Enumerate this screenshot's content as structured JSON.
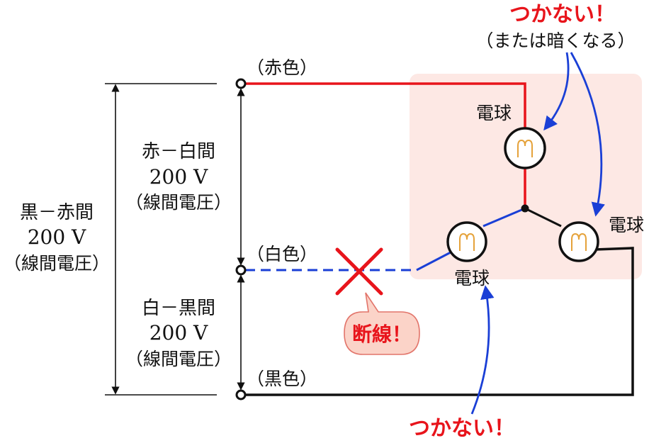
{
  "terminals": {
    "red_label": "（赤色）",
    "white_label": "（白色）",
    "black_label": "（黒色）"
  },
  "voltages": {
    "red_white": {
      "title": "赤－白間",
      "value": "200 V",
      "note": "（線間電圧）"
    },
    "white_black": {
      "title": "白－黒間",
      "value": "200 V",
      "note": "（線間電圧）"
    },
    "black_red": {
      "title": "黒－赤間",
      "value": "200 V",
      "note": "（線間電圧）"
    }
  },
  "bulbs": {
    "top_label": "電球",
    "right_label": "電球",
    "left_label": "電球"
  },
  "callouts": {
    "top_warning": "つかない！",
    "top_note": "（または暗くなる）",
    "bottom_warning": "つかない！",
    "break_label": "断線！"
  },
  "colors": {
    "red_wire": "#e8141b",
    "white_wire": "#1a3fd6",
    "black_wire": "#111111",
    "panel_bg": "#fde8e4",
    "callout_fill": "#fbd3c8",
    "callout_stroke": "#e2746a",
    "filament": "#e5a23a"
  }
}
